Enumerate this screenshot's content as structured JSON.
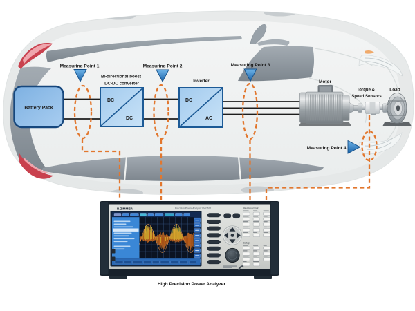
{
  "caption": "High Precision Power Analyzer",
  "components": {
    "battery": {
      "label": "Battery Pack"
    },
    "dcdc": {
      "title_line1": "Bi-directional boost",
      "title_line2": "DC-DC converter",
      "input": "DC",
      "output": "DC"
    },
    "inverter": {
      "title": "Inverter",
      "input": "DC",
      "output": "AC"
    },
    "motor": {
      "label": "Motor"
    },
    "sensor": {
      "label_line1": "Torque  &",
      "label_line2": "Speed Sensors"
    },
    "load": {
      "label": "Load"
    }
  },
  "measuring_points": [
    {
      "label": "Measuring Point 1"
    },
    {
      "label": "Measuring Point 2"
    },
    {
      "label": "Measuring Point 3"
    },
    {
      "label": "Measuring Point 4"
    }
  ],
  "analyzer": {
    "brand": "B.ZIMMER",
    "model": "Precision Power Analyzer    LMG671",
    "groups": {
      "measurement": "Measurement",
      "setup": "Setup"
    }
  },
  "colors": {
    "accent_orange": "#E2772E",
    "marker_blue": "#2E7CC4",
    "box_fill": "#AFD3F2",
    "box_border": "#1C5A96",
    "battery_fill": "#8FBCE8",
    "car_glass": "#8E979E",
    "taillight_red": "#CF4350",
    "chassis_dark": "#1D2A35",
    "panel_gray": "#D3D5D2",
    "screen_blue": "#3A87D6",
    "plot_dark": "#0B1322",
    "wave_orange": "#E07C28",
    "wave_yellow": "#ECE43E"
  }
}
